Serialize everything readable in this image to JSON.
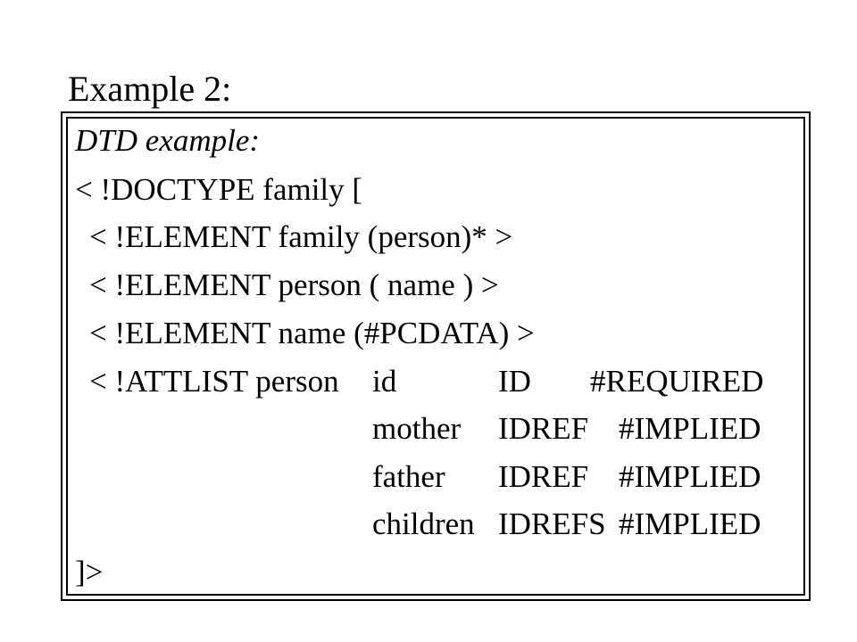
{
  "slide": {
    "title": "Example 2:",
    "box": {
      "heading": "DTD example:",
      "doctype_open": "< !DOCTYPE family [",
      "element_family": "< !ELEMENT family (person)* >",
      "element_person": "< !ELEMENT person ( name ) >",
      "element_name": "< !ELEMENT name (#PCDATA) >",
      "attlist": {
        "prefix": "< !ATTLIST person",
        "rows": [
          {
            "name": "id",
            "type": "ID",
            "default": "#REQUIRED"
          },
          {
            "name": "mother",
            "type": "IDREF",
            "default": "#IMPLIED"
          },
          {
            "name": "father",
            "type": "IDREF",
            "default": "#IMPLIED"
          },
          {
            "name": "children",
            "type": "IDREFS",
            "default": "#IMPLIED"
          }
        ]
      },
      "doctype_close": "]>"
    }
  }
}
